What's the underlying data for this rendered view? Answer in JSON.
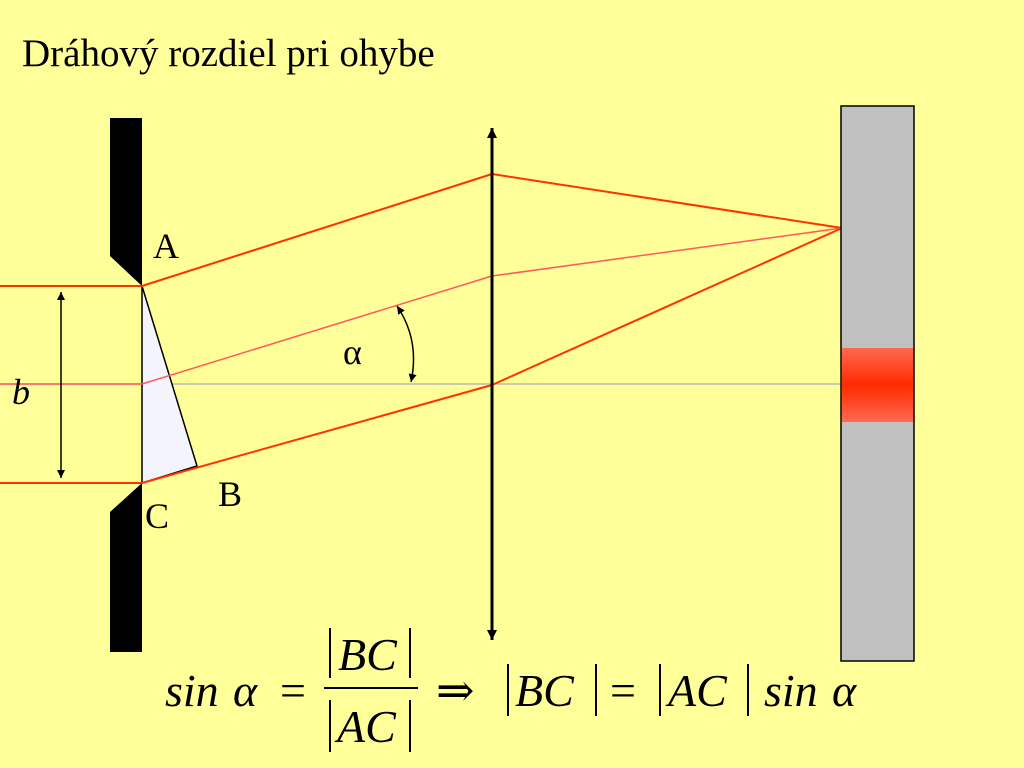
{
  "slide": {
    "title": "Dráhový rozdiel pri ohybe"
  },
  "labels": {
    "point_a": "A",
    "point_b": "B",
    "point_c": "C",
    "angle": "α",
    "width": "b"
  },
  "formula": {
    "lhs_fn": "sin",
    "lhs_angle": "α",
    "equals": "=",
    "numerator": "BC",
    "denominator": "AC",
    "implies": "⇒",
    "rhs_segment": "BC",
    "rhs_equals": "=",
    "rhs_base": "AC",
    "rhs_fn": "sin",
    "rhs_angle": "α"
  },
  "colors": {
    "background": "#ffff99",
    "ray": "#ff3300",
    "ray_center": "#ff5a5a",
    "axis": "#b8b8b8",
    "screen": "#c0c0c0",
    "bright_spot": "#ff3d10",
    "slit": "#000000",
    "path_triangle": "#f4f4fc"
  }
}
